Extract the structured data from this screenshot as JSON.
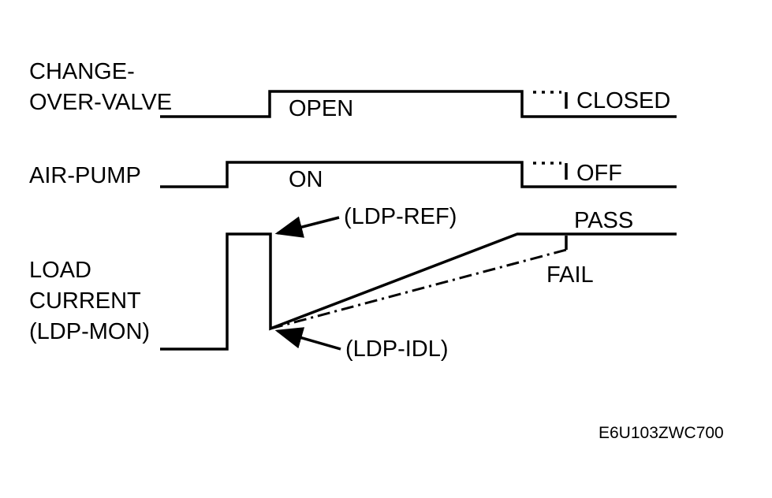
{
  "signals": {
    "change_over_valve": {
      "label_line1": "CHANGE-",
      "label_line2": "OVER-VALVE",
      "state_high": "OPEN",
      "state_end": "CLOSED"
    },
    "air_pump": {
      "label": "AIR-PUMP",
      "state_high": "ON",
      "state_end": "OFF"
    },
    "load_current": {
      "label_line1": "LOAD",
      "label_line2": "CURRENT",
      "label_line3": "(LDP-MON)",
      "ref_marker": "(LDP-REF)",
      "idle_marker": "(LDP-IDL)",
      "pass_label": "PASS",
      "fail_label": "FAIL"
    }
  },
  "figure_code": "E6U103ZWC700",
  "colors": {
    "line": "#000000",
    "background": "#ffffff"
  }
}
